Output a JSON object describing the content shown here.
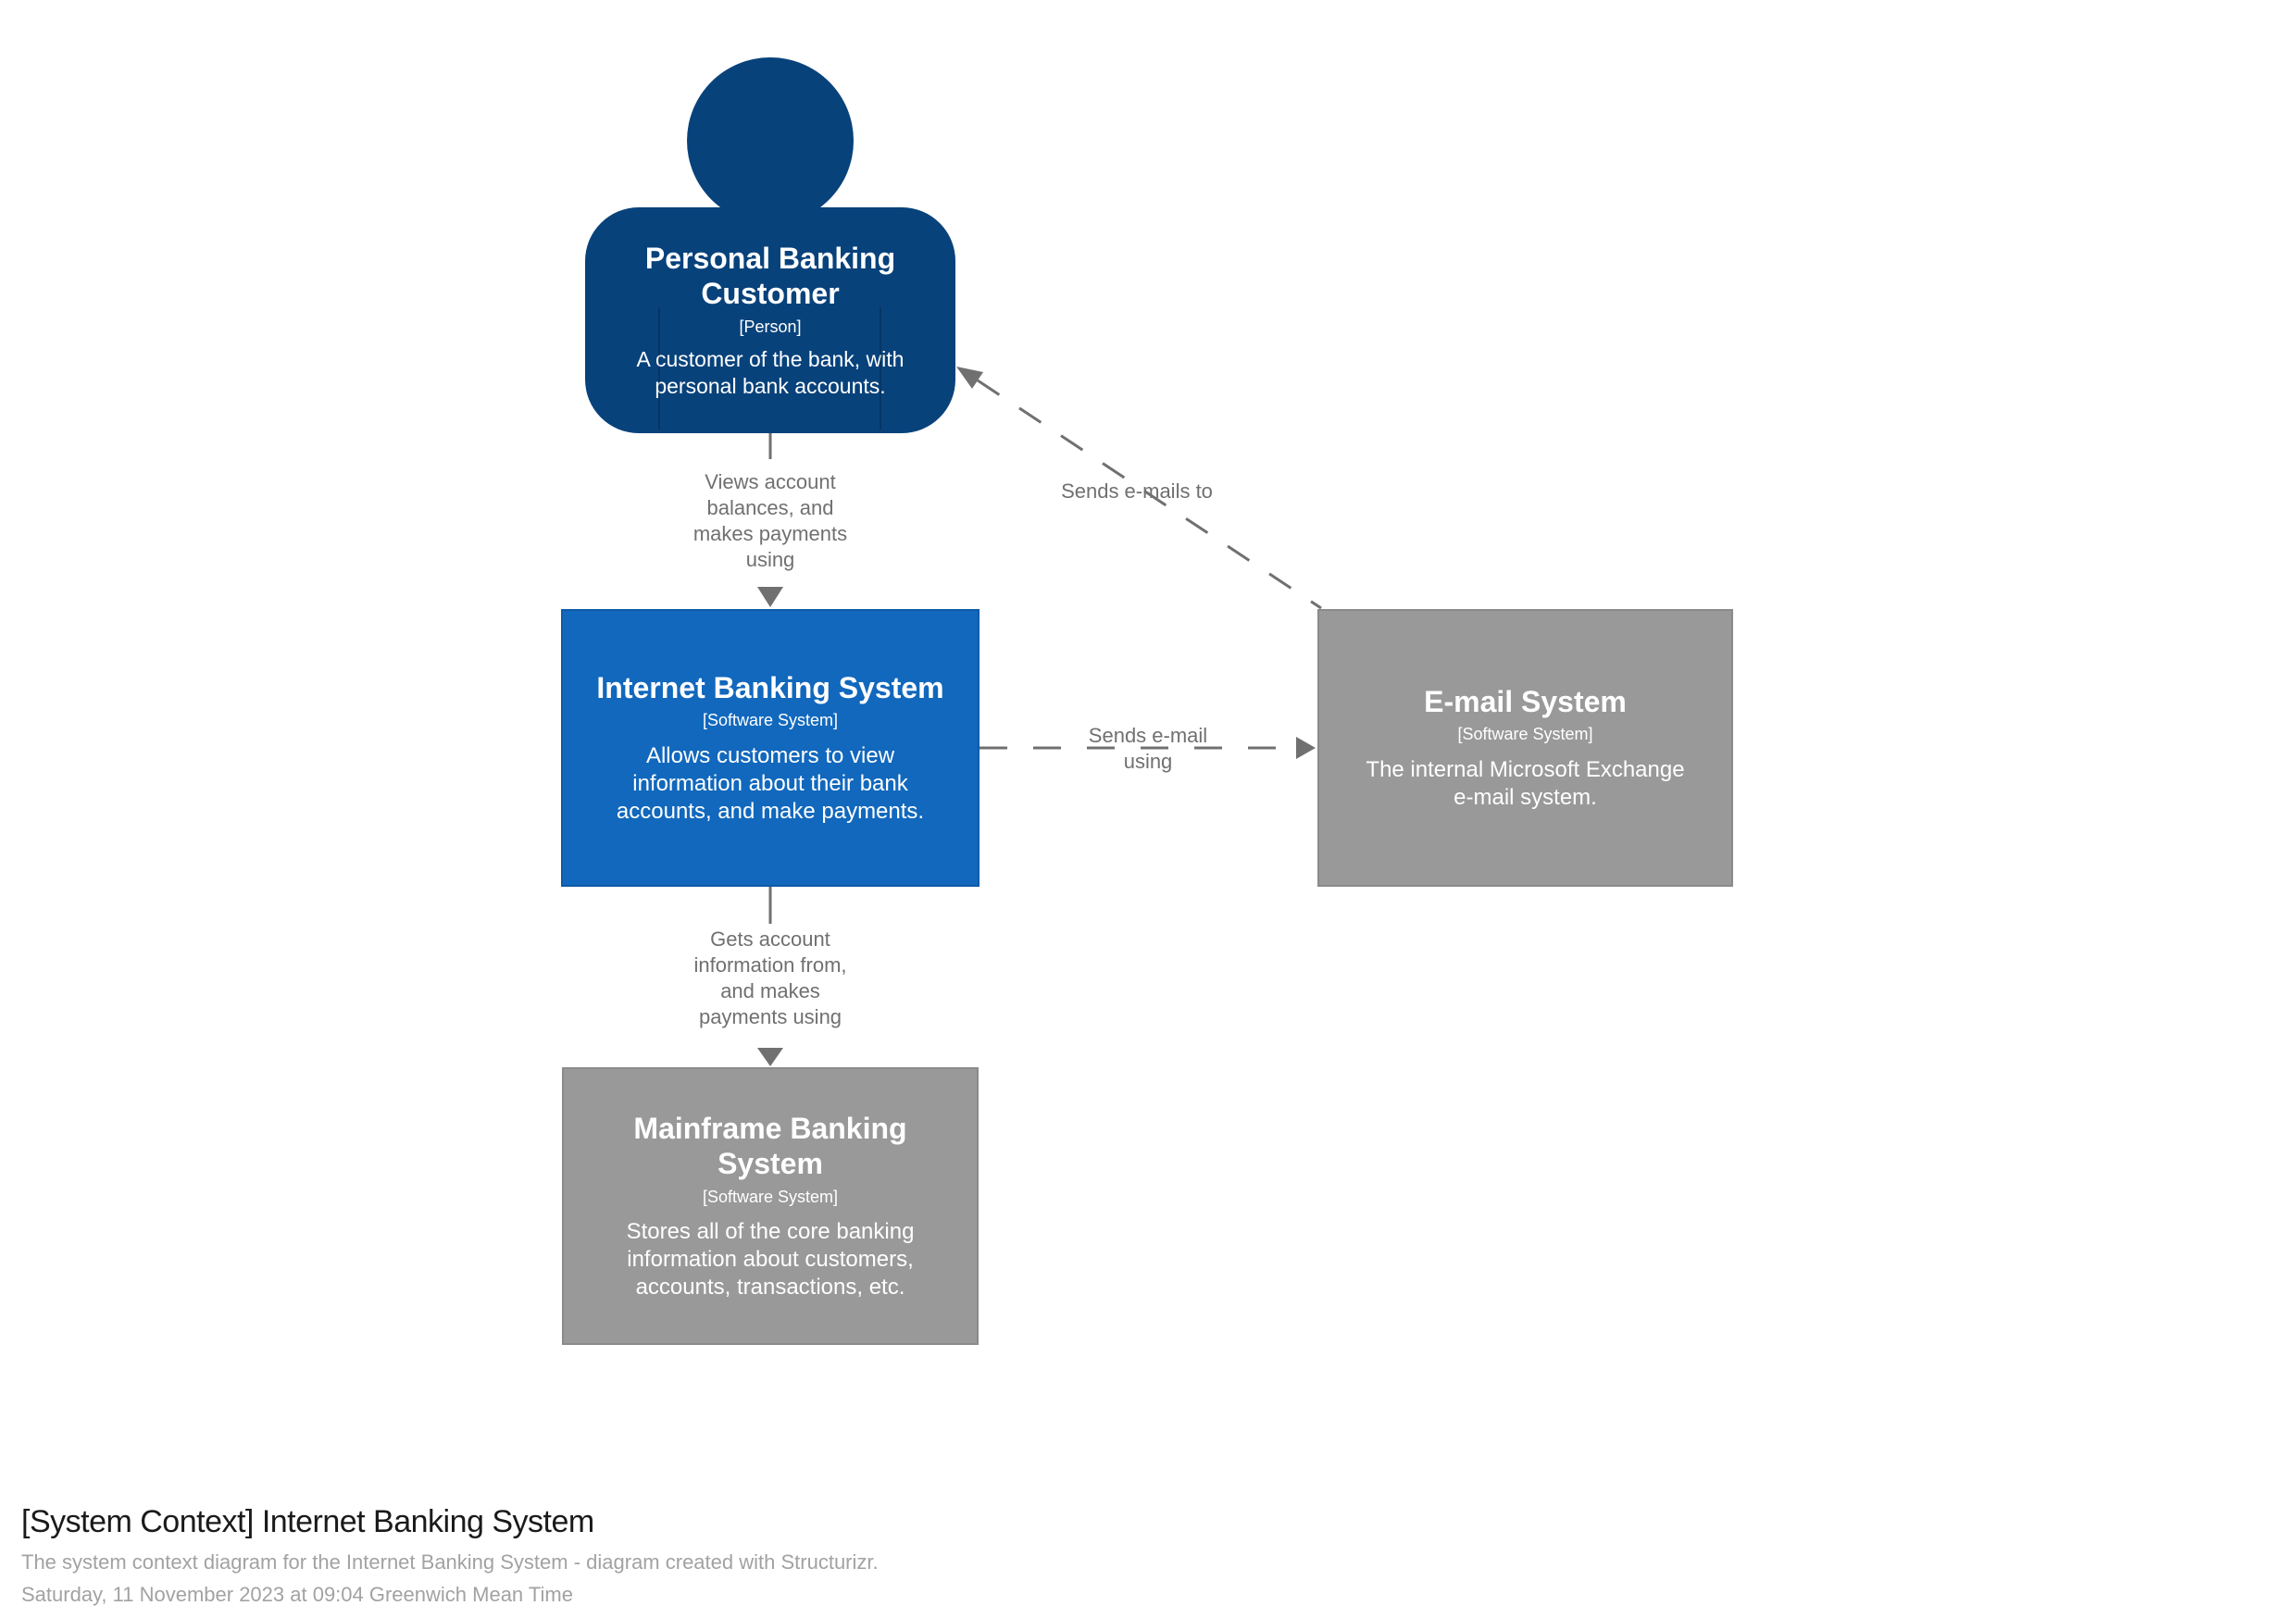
{
  "diagram": {
    "elements": {
      "person": {
        "name": "Personal Banking\nCustomer",
        "type": "[Person]",
        "description": "A customer of the bank, with\npersonal bank accounts."
      },
      "internet_banking": {
        "name": "Internet Banking System",
        "type": "[Software System]",
        "description": "Allows customers to view\ninformation about their bank\naccounts, and make payments."
      },
      "email": {
        "name": "E-mail System",
        "type": "[Software System]",
        "description": "The internal Microsoft Exchange\ne-mail system."
      },
      "mainframe": {
        "name": "Mainframe Banking\nSystem",
        "type": "[Software System]",
        "description": "Stores all of the core banking\ninformation about customers,\naccounts, transactions, etc."
      }
    },
    "relationships": {
      "person_to_internet_banking": {
        "label": "Views account\nbalances, and\nmakes payments\nusing"
      },
      "email_to_person": {
        "label": "Sends e-mails to"
      },
      "internet_banking_to_email": {
        "label": "Sends e-mail\nusing"
      },
      "internet_banking_to_mainframe": {
        "label": "Gets account\ninformation from,\nand makes\npayments using"
      }
    },
    "colors": {
      "person_fill": "#08427b",
      "software_system_fill": "#1168bd",
      "external_system_fill": "#999999",
      "external_system_border": "#8a8a8a",
      "relationship": "#707070"
    }
  },
  "footer": {
    "title": "[System Context] Internet Banking System",
    "description": "The system context diagram for the Internet Banking System - diagram created with Structurizr.",
    "timestamp": "Saturday, 11 November 2023 at 09:04 Greenwich Mean Time"
  }
}
